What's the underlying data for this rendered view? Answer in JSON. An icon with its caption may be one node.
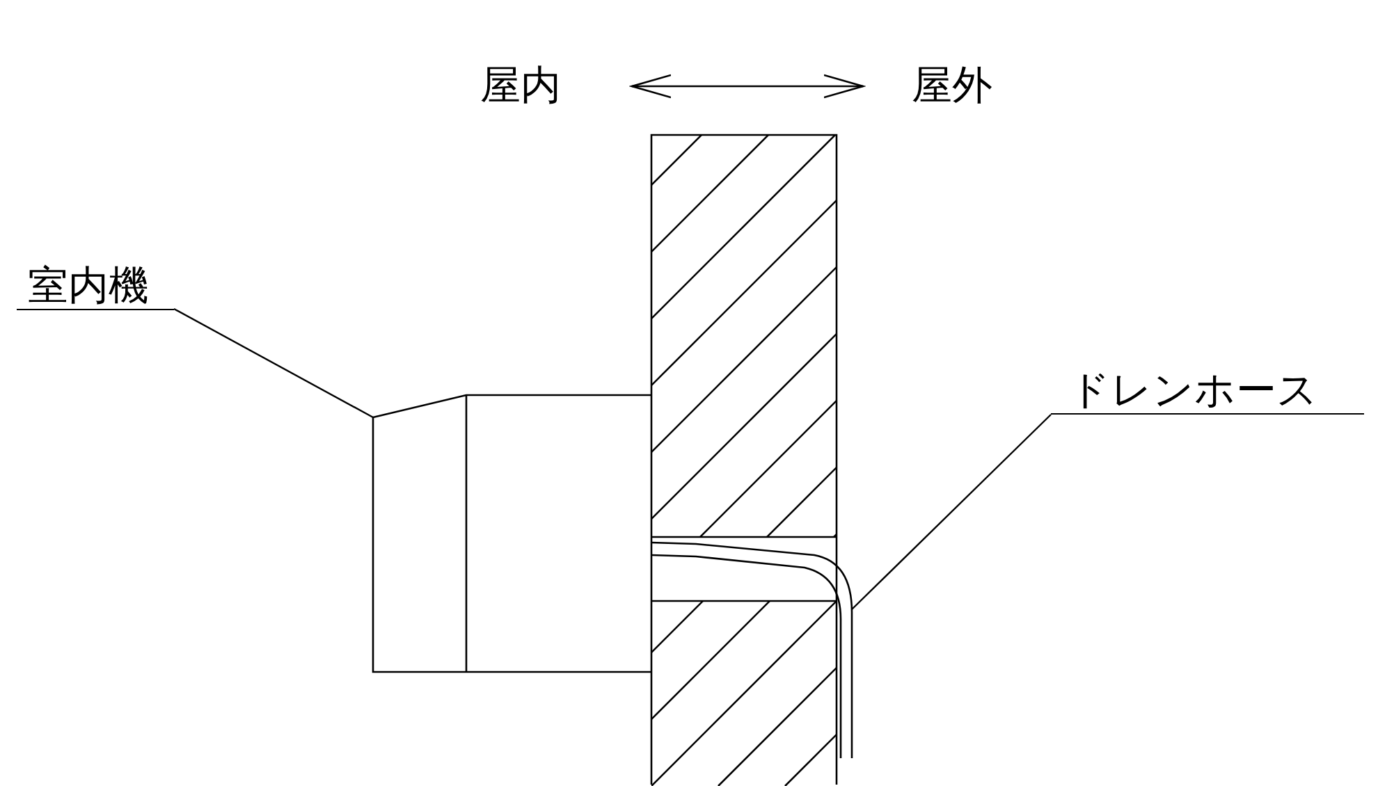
{
  "diagram": {
    "nodes": [
      {
        "text": [
          "室内機"
        ]
      },
      {
        "text": [],
        "shape": "box"
      },
      {
        "text": [
          "ドレンホース"
        ]
      },
      {
        "text": [],
        "shape": "picture"
      }
    ],
    "edges": [
      {
        "from": 0,
        "to": 1,
        "arrow": "none"
      },
      {
        "from": 2,
        "to": 3,
        "arrow": "none"
      }
    ],
    "labels": [
      "屋内",
      "屋外"
    ]
  }
}
